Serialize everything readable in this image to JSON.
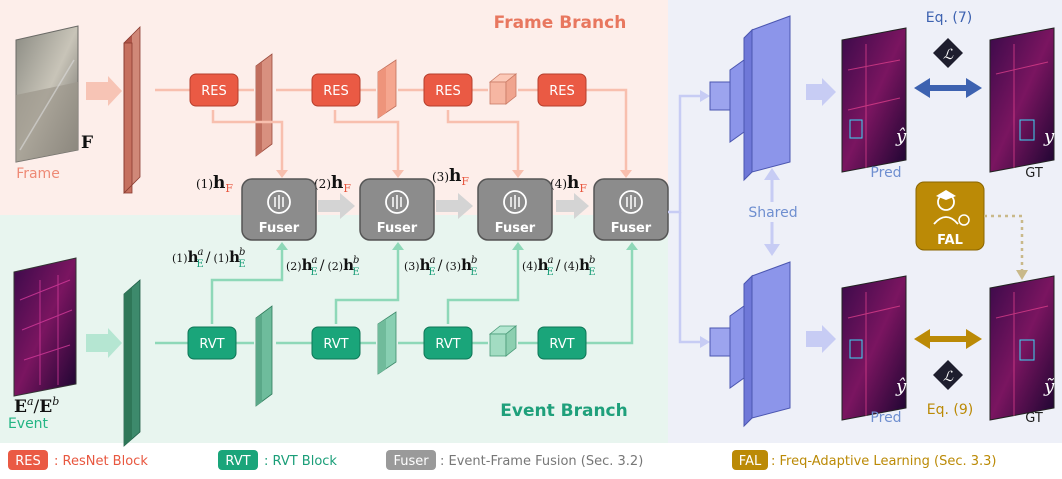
{
  "branches": {
    "frame_title": "Frame Branch",
    "event_title": "Event Branch"
  },
  "inputs": {
    "frame_symbol": "F",
    "frame_caption": "Frame",
    "event_symbol_a": "E",
    "event_sup_a": "a",
    "event_sep": "/",
    "event_symbol_b": "E",
    "event_sup_b": "b",
    "event_caption": "Event"
  },
  "blocks": {
    "res": "RES",
    "rvt": "RVT",
    "fuser": "Fuser"
  },
  "stages": [
    {
      "idx": "(1)",
      "h": "h",
      "sub_f": "F",
      "sub_e": "E",
      "sup_a": "a",
      "sup_b": "b",
      "sep": "/"
    },
    {
      "idx": "(2)",
      "h": "h",
      "sub_f": "F",
      "sub_e": "E",
      "sup_a": "a",
      "sup_b": "b",
      "sep": "/"
    },
    {
      "idx": "(3)",
      "h": "h",
      "sub_f": "F",
      "sub_e": "E",
      "sup_a": "a",
      "sup_b": "b",
      "sep": "/"
    },
    {
      "idx": "(4)",
      "h": "h",
      "sub_f": "F",
      "sub_e": "E",
      "sup_a": "a",
      "sup_b": "b",
      "sep": "/"
    }
  ],
  "decoder": {
    "shared": "Shared"
  },
  "outputs": {
    "pred_top_symbol": "ŷ",
    "pred_top_caption": "Pred",
    "gt_top_symbol": "y",
    "gt_top_caption": "GT",
    "pred_bottom_symbol": "ŷ",
    "pred_bottom_caption": "Pred",
    "gt_bottom_symbol": "ỹ",
    "gt_bottom_caption": "GT",
    "eq_top": "Eq. (7)",
    "eq_bottom": "Eq. (9)",
    "loss_symbol": "ℒ",
    "fal": "FAL"
  },
  "legend": {
    "res_tag": "RES",
    "res_text": ": ResNet Block",
    "rvt_tag": "RVT",
    "rvt_text": ": RVT Block",
    "fuser_tag": "Fuser",
    "fuser_text": ": Event-Frame Fusion (Sec. 3.2)",
    "fal_tag": "FAL",
    "fal_text": ": Freq-Adaptive Learning (Sec. 3.3)"
  },
  "colors": {
    "frame_bg": "#fdeeea",
    "event_bg": "#e8f5ef",
    "decoder_bg": "#eef0f8",
    "res": "#ea5a44",
    "res_text": "#e8573f",
    "rvt": "#1aa57a",
    "rvt_text": "#1a9e78",
    "fuser": "#8c8c8c",
    "fal": "#bb8a06",
    "blue": "#3d62b0",
    "decoder_blue": "#8c95ea"
  }
}
